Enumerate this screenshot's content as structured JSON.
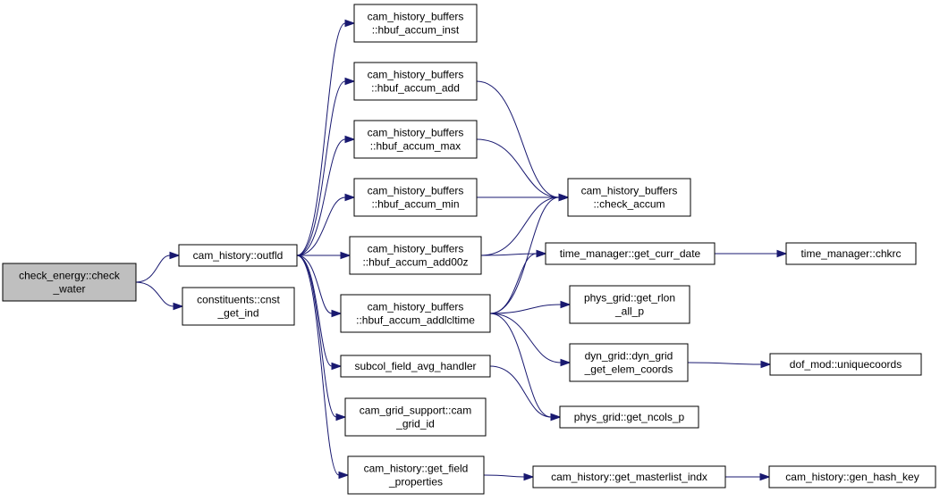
{
  "colors": {
    "edge": "#191970",
    "root_fill": "#bfbfbf",
    "node_fill": "#ffffff",
    "border": "#000000"
  },
  "nodes": {
    "check_water": {
      "lines": [
        "check_energy::check",
        "_water"
      ]
    },
    "outfld": {
      "lines": [
        "cam_history::outfld"
      ]
    },
    "cnst_get_ind": {
      "lines": [
        "constituents::cnst",
        "_get_ind"
      ]
    },
    "hbuf_accum_inst": {
      "lines": [
        "cam_history_buffers",
        "::hbuf_accum_inst"
      ]
    },
    "hbuf_accum_add": {
      "lines": [
        "cam_history_buffers",
        "::hbuf_accum_add"
      ]
    },
    "hbuf_accum_max": {
      "lines": [
        "cam_history_buffers",
        "::hbuf_accum_max"
      ]
    },
    "hbuf_accum_min": {
      "lines": [
        "cam_history_buffers",
        "::hbuf_accum_min"
      ]
    },
    "hbuf_accum_add00z": {
      "lines": [
        "cam_history_buffers",
        "::hbuf_accum_add00z"
      ]
    },
    "hbuf_accum_addlcltime": {
      "lines": [
        "cam_history_buffers",
        "::hbuf_accum_addlcltime"
      ]
    },
    "subcol_field_avg_handler": {
      "lines": [
        "subcol_field_avg_handler"
      ]
    },
    "cam_grid_id": {
      "lines": [
        "cam_grid_support::cam",
        "_grid_id"
      ]
    },
    "get_field_properties": {
      "lines": [
        "cam_history::get_field",
        "_properties"
      ]
    },
    "check_accum": {
      "lines": [
        "cam_history_buffers",
        "::check_accum"
      ]
    },
    "get_curr_date": {
      "lines": [
        "time_manager::get_curr_date"
      ]
    },
    "get_rlon_all_p": {
      "lines": [
        "phys_grid::get_rlon",
        "_all_p"
      ]
    },
    "get_elem_coords": {
      "lines": [
        "dyn_grid::dyn_grid",
        "_get_elem_coords"
      ]
    },
    "get_ncols_p": {
      "lines": [
        "phys_grid::get_ncols_p"
      ]
    },
    "get_masterlist_indx": {
      "lines": [
        "cam_history::get_masterlist_indx"
      ]
    },
    "chkrc": {
      "lines": [
        "time_manager::chkrc"
      ]
    },
    "uniquecoords": {
      "lines": [
        "dof_mod::uniquecoords"
      ]
    },
    "gen_hash_key": {
      "lines": [
        "cam_history::gen_hash_key"
      ]
    }
  },
  "edges": [
    [
      "check_water",
      "outfld"
    ],
    [
      "check_water",
      "cnst_get_ind"
    ],
    [
      "outfld",
      "hbuf_accum_inst"
    ],
    [
      "outfld",
      "hbuf_accum_add"
    ],
    [
      "outfld",
      "hbuf_accum_max"
    ],
    [
      "outfld",
      "hbuf_accum_min"
    ],
    [
      "outfld",
      "hbuf_accum_add00z"
    ],
    [
      "outfld",
      "hbuf_accum_addlcltime"
    ],
    [
      "outfld",
      "subcol_field_avg_handler"
    ],
    [
      "outfld",
      "cam_grid_id"
    ],
    [
      "outfld",
      "get_field_properties"
    ],
    [
      "hbuf_accum_add",
      "check_accum"
    ],
    [
      "hbuf_accum_max",
      "check_accum"
    ],
    [
      "hbuf_accum_min",
      "check_accum"
    ],
    [
      "hbuf_accum_add00z",
      "check_accum"
    ],
    [
      "hbuf_accum_add00z",
      "get_curr_date"
    ],
    [
      "hbuf_accum_addlcltime",
      "check_accum"
    ],
    [
      "hbuf_accum_addlcltime",
      "get_curr_date"
    ],
    [
      "hbuf_accum_addlcltime",
      "get_rlon_all_p"
    ],
    [
      "hbuf_accum_addlcltime",
      "get_elem_coords"
    ],
    [
      "hbuf_accum_addlcltime",
      "get_ncols_p"
    ],
    [
      "subcol_field_avg_handler",
      "get_ncols_p"
    ],
    [
      "get_curr_date",
      "chkrc"
    ],
    [
      "get_elem_coords",
      "uniquecoords"
    ],
    [
      "get_field_properties",
      "get_masterlist_indx"
    ],
    [
      "get_masterlist_indx",
      "gen_hash_key"
    ]
  ]
}
